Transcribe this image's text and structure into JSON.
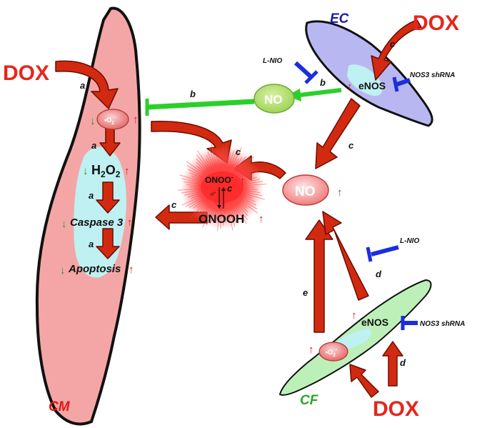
{
  "dox_label": "DOX",
  "no_label": "NO",
  "enos_label": "eNOS",
  "lnio_label": "L-NIO",
  "shrna_label": "NOS3 shRNA",
  "superoxide": {
    "base": "•O",
    "sub": "2",
    "sup": "-"
  },
  "h2o2": {
    "h": "H",
    "sub1": "2",
    "o": "O",
    "sub2": "2"
  },
  "caspase_label": "Caspase 3",
  "apoptosis_label": "Apoptosis",
  "onoo_label": "ONOO",
  "onoo_sup": "-",
  "h_plus": "H",
  "h_plus_sup": "+",
  "onooh_label": "ONOOH",
  "cells": {
    "cm": "CM",
    "ec": "EC",
    "cf": "CF"
  },
  "pathways": {
    "a": "a",
    "b": "b",
    "c": "c",
    "d": "d",
    "e": "e"
  },
  "arrow_up": "↑",
  "arrow_down": "↓",
  "colors": {
    "cm_fill": "#f4a6a6",
    "cm_inner": "#bff0f2",
    "ec_fill": "#b9b7f2",
    "ec_inner": "#bff0f2",
    "cf_fill": "#bdf0b8",
    "no_fill": "#b8e07a",
    "red_arrow": "#d22a10",
    "dox_red": "#e8251b",
    "inhibit_blue": "#1a2ee0",
    "inhibit_green": "#2ad02a",
    "up_red": "#e01616",
    "down_green": "#1f9a1f",
    "cm_label": "#e01616",
    "ec_label": "#1a1aa8",
    "cf_label": "#2aa82a"
  }
}
